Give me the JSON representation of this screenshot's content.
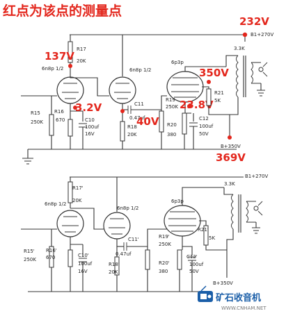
{
  "header": {
    "title": "红点为该点的测量点"
  },
  "measurements": {
    "v232": "232V",
    "v137": "137V",
    "v3_2": "3.2V",
    "v350": "350V",
    "v40": "40V",
    "v23_8": "23.8V",
    "v369": "369V"
  },
  "top_circuit": {
    "tube1": "6n8p 1/2",
    "tube2": "6n8p 1/2",
    "tube3": "6p3p",
    "r17": "R17",
    "r17_val": "20K",
    "r15": "R15",
    "r15_val": "250K",
    "r16": "R16",
    "r16_val": "670",
    "c10": "C10",
    "c10_val": "100uf",
    "c10_v": "16V",
    "c11": "C11",
    "c11_val": "0.47uf",
    "r18": "R18",
    "r18_val": "20K",
    "r19": "R19",
    "r19_val": "250K",
    "r20": "R20",
    "r20_val": "380",
    "c12": "C12",
    "c12_val": "100uf",
    "c12_v": "50V",
    "r21": "R21",
    "r21_val": "5K",
    "b1": "B1+270V",
    "b_plus": "B+350V",
    "xfmr": "3.3K"
  },
  "bottom_circuit": {
    "tube1": "6n8p 1/2",
    "tube2": "6n8p 1/2",
    "tube3": "6p3p",
    "r17": "R17'",
    "r17_val": "20K",
    "r15": "R15'",
    "r15_val": "250K",
    "r16": "R16'",
    "r16_val": "670",
    "c10": "C10'",
    "c10_val": "100uf",
    "c10_v": "16V",
    "c11": "C11'",
    "c11_val": "0.47uf",
    "r18": "R18'",
    "r18_val": "20K",
    "r19": "R19'",
    "r19_val": "250K",
    "r20": "R20'",
    "r20_val": "380",
    "c12": "C12'",
    "c12_val": "100uf",
    "c12_v": "50V",
    "r21": "R21'",
    "r21_val": "5K",
    "b1": "B1+270V",
    "b_plus": "B+350V",
    "xfmr": "3.3K"
  },
  "watermark": {
    "name": "矿石收音机",
    "url": "WWW.CNHAM.NET"
  },
  "colors": {
    "accent": "#e3261c",
    "line": "#333333",
    "logo": "#1a5ea8"
  },
  "icons": {
    "tube": "vacuum-tube-icon",
    "transformer": "transformer-icon",
    "speaker": "speaker-icon",
    "ground": "ground-icon",
    "logo": "radio-logo-icon"
  }
}
